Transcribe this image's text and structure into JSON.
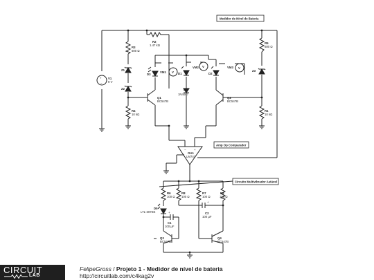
{
  "notes": {
    "battery_meter": "Medidor de Nível de Bateria",
    "op_amp_comparator": "Amp Op Comparador",
    "astable_multivibrator": "Circuito Multivibrador Astável"
  },
  "components": {
    "v1": {
      "ref": "V1",
      "value": "9 V"
    },
    "r2": {
      "ref": "R2",
      "value": "1.47 kΩ"
    },
    "r3": {
      "ref": "R3",
      "value": "500 Ω"
    },
    "r5": {
      "ref": "R5",
      "value": "680 Ω"
    },
    "r1": {
      "ref": "R1",
      "value": "10 kΩ"
    },
    "r4": {
      "ref": "R4",
      "value": "10 kΩ"
    },
    "z1": {
      "ref": "Z1"
    },
    "z2": {
      "ref": "Z2"
    },
    "z3": {
      "ref": "Z3"
    },
    "d1": {
      "ref": "D1"
    },
    "d2": {
      "ref": "D2"
    },
    "d3": {
      "ref": "D3"
    },
    "d4": {
      "ref": "D4",
      "value": "1N4007"
    },
    "vm1": {
      "ref": "VM1"
    },
    "vm2": {
      "ref": "VM2"
    },
    "vm3": {
      "ref": "VM3"
    },
    "q1": {
      "ref": "Q1",
      "value": "BC547B"
    },
    "q2": {
      "ref": "Q2",
      "value": "BC547B"
    },
    "oa1": {
      "ref": "OA1",
      "value": "LM741"
    },
    "r6": {
      "ref": "R6",
      "value": "100 Ω"
    },
    "r7": {
      "ref": "R7",
      "value": "100 Ω"
    },
    "r8": {
      "ref": "R8",
      "value": "100 Ω"
    },
    "r9": {
      "ref": "R9",
      "value": "100 Ω"
    },
    "d5": {
      "ref": "D5",
      "value": "LTL-307EE"
    },
    "c1": {
      "ref": "C1",
      "value": "100 µF"
    },
    "c2": {
      "ref": "C2",
      "value": "100 µF"
    },
    "q3": {
      "ref": "Q3",
      "value": "BC547B"
    },
    "q4": {
      "ref": "Q4",
      "value": "BC547B"
    }
  },
  "footer": {
    "logo_top": "CIRCUIT",
    "logo_bottom": "LAB",
    "author": "FelipeGross",
    "separator": " / ",
    "project_title": "Projeto 1 - Medidor de nível de bateria",
    "url": "http://circuitlab.com/c4kag2v"
  },
  "colors": {
    "wire": "#222222",
    "logo_background": "#1f1f1f",
    "background": "#ffffff"
  }
}
